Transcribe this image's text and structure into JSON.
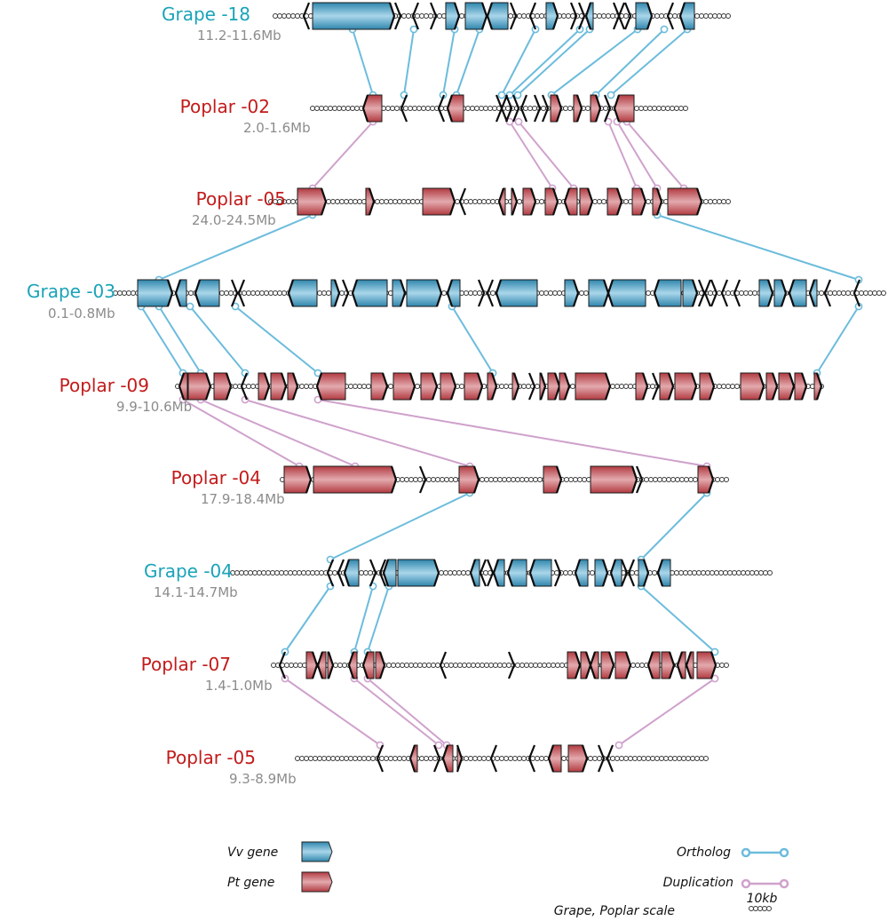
{
  "colors": {
    "grape": "#1aa3b8",
    "poplar": "#c21b1b",
    "vv_gene": "#4fa3c7",
    "pt_gene": "#c2545a",
    "ortholog": "#6cbcdc",
    "duplication": "#cfa2cc",
    "range": "#8c8c8c"
  },
  "tracks": [
    {
      "id": "g18",
      "species": "grape",
      "name": "Grape -18",
      "range": "11.2-11.6Mb"
    },
    {
      "id": "p02",
      "species": "poplar",
      "name": "Poplar -02",
      "range": "2.0-1.6Mb"
    },
    {
      "id": "p05a",
      "species": "poplar",
      "name": "Poplar -05",
      "range": "24.0-24.5Mb"
    },
    {
      "id": "g03",
      "species": "grape",
      "name": "Grape -03",
      "range": "0.1-0.8Mb"
    },
    {
      "id": "p09",
      "species": "poplar",
      "name": "Poplar -09",
      "range": "9.9-10.6Mb"
    },
    {
      "id": "p04",
      "species": "poplar",
      "name": "Poplar -04",
      "range": "17.9-18.4Mb"
    },
    {
      "id": "g04",
      "species": "grape",
      "name": "Grape -04",
      "range": "14.1-14.7Mb"
    },
    {
      "id": "p07",
      "species": "poplar",
      "name": "Poplar -07",
      "range": "1.4-1.0Mb"
    },
    {
      "id": "p05b",
      "species": "poplar",
      "name": "Poplar -05",
      "range": "9.3-8.9Mb"
    }
  ],
  "legend": {
    "vv_gene": "Vv gene",
    "pt_gene": "Pt gene",
    "ortholog": "Ortholog",
    "duplication": "Duplication",
    "scale_value": "10kb",
    "scale_label": "Grape, Poplar scale"
  }
}
